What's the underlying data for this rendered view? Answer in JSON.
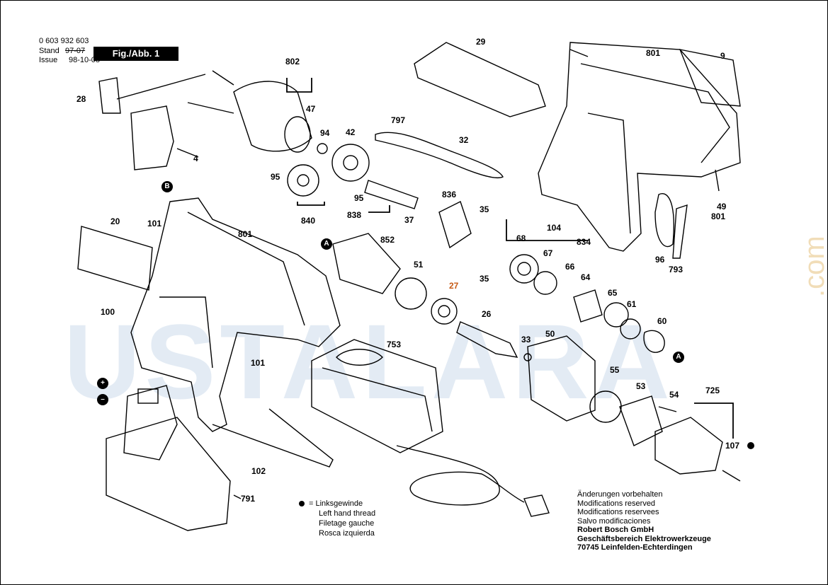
{
  "header": {
    "part_number": "0 603 932 603",
    "stand_label": "Stand",
    "stand_value": "97-07",
    "issue_label": "Issue",
    "issue_value": "98-10-08",
    "figure_tab": "Fig./Abb. 1"
  },
  "watermark": {
    "text": "USTALARA",
    "suffix": ".com"
  },
  "callouts": [
    {
      "id": "c29",
      "text": "29"
    },
    {
      "id": "c801a",
      "text": "801"
    },
    {
      "id": "c9",
      "text": "9"
    },
    {
      "id": "c802",
      "text": "802"
    },
    {
      "id": "c28",
      "text": "28"
    },
    {
      "id": "c47",
      "text": "47"
    },
    {
      "id": "c94",
      "text": "94"
    },
    {
      "id": "c42",
      "text": "42"
    },
    {
      "id": "c797",
      "text": "797"
    },
    {
      "id": "c32",
      "text": "32"
    },
    {
      "id": "c4",
      "text": "4"
    },
    {
      "id": "c95a",
      "text": "95"
    },
    {
      "id": "c95b",
      "text": "95"
    },
    {
      "id": "c836",
      "text": "836"
    },
    {
      "id": "c838",
      "text": "838"
    },
    {
      "id": "c840",
      "text": "840"
    },
    {
      "id": "c37",
      "text": "37"
    },
    {
      "id": "c35a",
      "text": "35"
    },
    {
      "id": "c49",
      "text": "49"
    },
    {
      "id": "c801b",
      "text": "801"
    },
    {
      "id": "c20",
      "text": "20"
    },
    {
      "id": "c101a",
      "text": "101"
    },
    {
      "id": "c801c",
      "text": "801"
    },
    {
      "id": "c104",
      "text": "104"
    },
    {
      "id": "c852",
      "text": "852"
    },
    {
      "id": "c68",
      "text": "68"
    },
    {
      "id": "c834",
      "text": "834"
    },
    {
      "id": "c96",
      "text": "96"
    },
    {
      "id": "c793",
      "text": "793"
    },
    {
      "id": "c67",
      "text": "67"
    },
    {
      "id": "c51",
      "text": "51"
    },
    {
      "id": "c66",
      "text": "66"
    },
    {
      "id": "c35b",
      "text": "35"
    },
    {
      "id": "c64",
      "text": "64"
    },
    {
      "id": "c27",
      "text": "27",
      "orange": true
    },
    {
      "id": "c65",
      "text": "65"
    },
    {
      "id": "c61",
      "text": "61"
    },
    {
      "id": "c100",
      "text": "100"
    },
    {
      "id": "c26",
      "text": "26"
    },
    {
      "id": "c60",
      "text": "60"
    },
    {
      "id": "c33",
      "text": "33"
    },
    {
      "id": "c50",
      "text": "50"
    },
    {
      "id": "c753",
      "text": "753"
    },
    {
      "id": "c101b",
      "text": "101"
    },
    {
      "id": "c55",
      "text": "55"
    },
    {
      "id": "c53",
      "text": "53"
    },
    {
      "id": "c725",
      "text": "725"
    },
    {
      "id": "c54",
      "text": "54"
    },
    {
      "id": "c107",
      "text": "107"
    },
    {
      "id": "c102",
      "text": "102"
    },
    {
      "id": "c791",
      "text": "791"
    }
  ],
  "markers": {
    "a": "A",
    "b": "B",
    "plus": "+",
    "minus": "–"
  },
  "legend": {
    "symbol_label": "=",
    "lines": [
      "Linksgewinde",
      "Left hand thread",
      "Filetage gauche",
      "Rosca izquierda"
    ]
  },
  "note": {
    "lines": [
      "Änderungen vorbehalten",
      "Modifications reserved",
      "Modifications reservees",
      "Salvo modificaciones"
    ],
    "company": [
      "Robert Bosch GmbH",
      "Geschäftsbereich Elektrowerkzeuge",
      "70745 Leinfelden-Echterdingen"
    ]
  }
}
